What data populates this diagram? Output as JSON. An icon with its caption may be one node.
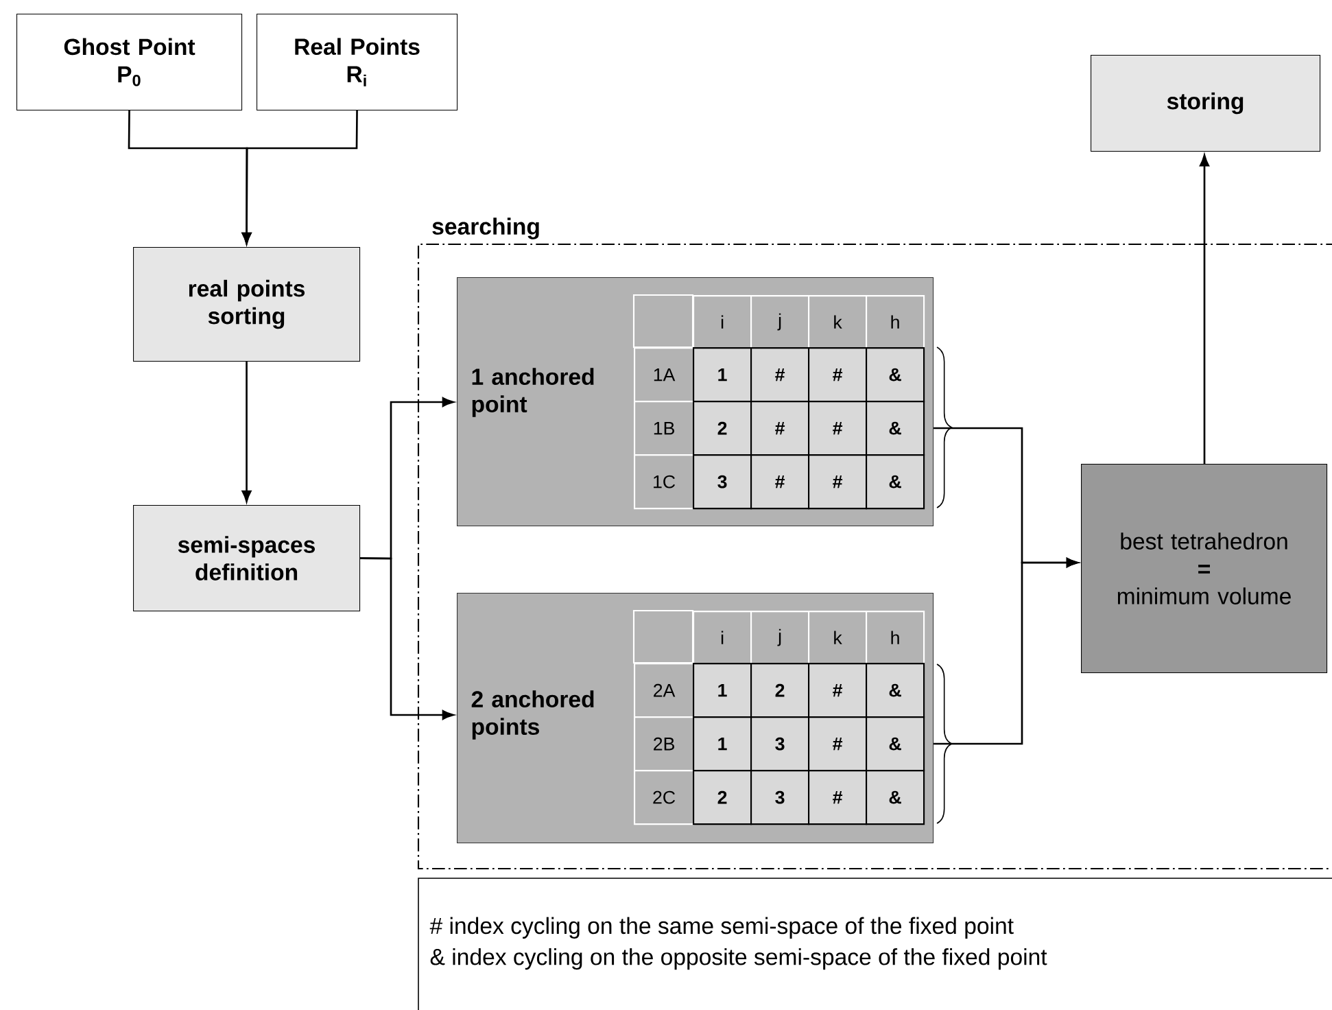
{
  "diagram": {
    "nodes": [
      {
        "text": [
          "Ghost Point",
          "P$_{0}$"
        ]
      },
      {
        "text": [
          "Real Points",
          "R$_{i}$"
        ]
      },
      {
        "text": [
          "real points sorting"
        ]
      },
      {
        "text": [
          "semi-spaces definition"
        ]
      },
      {
        "text": [
          "searching"
        ]
      },
      {
        "text": [
          "1 anchored point"
        ],
        "in": 4
      },
      {
        "text": [
          "2 anchored points"
        ],
        "in": 4
      },
      {
        "text": [
          "best tetrahedron",
          "=",
          "minimum volume"
        ],
        "in": 4
      },
      {
        "text": [
          "storing"
        ]
      },
      {
        "text": [
          "# index cycling on the same semi-space of the fixed point",
          "& index cycling on the opposite semi-space of the fixed point"
        ]
      }
    ],
    "edges": [
      {
        "from": 0,
        "to": 2,
        "arrow": "to"
      },
      {
        "from": 1,
        "to": 2,
        "arrow": "to"
      },
      {
        "from": 2,
        "to": 3,
        "arrow": "to"
      },
      {
        "from": 3,
        "to": 5,
        "arrow": "to"
      },
      {
        "from": 3,
        "to": 6,
        "arrow": "to"
      },
      {
        "from": 5,
        "to": 7,
        "arrow": "to"
      },
      {
        "from": 6,
        "to": 7,
        "arrow": "to"
      },
      {
        "from": 7,
        "to": 8,
        "arrow": "to"
      }
    ],
    "labels": [
      "i",
      "j",
      "k",
      "h",
      "1A",
      "1",
      "#",
      "#",
      "&",
      "1B",
      "2",
      "#",
      "#",
      "&",
      "1C",
      "3",
      "#",
      "#",
      "&",
      "i",
      "j",
      "k",
      "h",
      "2A",
      "1",
      "2",
      "#",
      "&",
      "2B",
      "1",
      "3",
      "#",
      "&",
      "2C",
      "2",
      "3",
      "#",
      "&"
    ]
  }
}
